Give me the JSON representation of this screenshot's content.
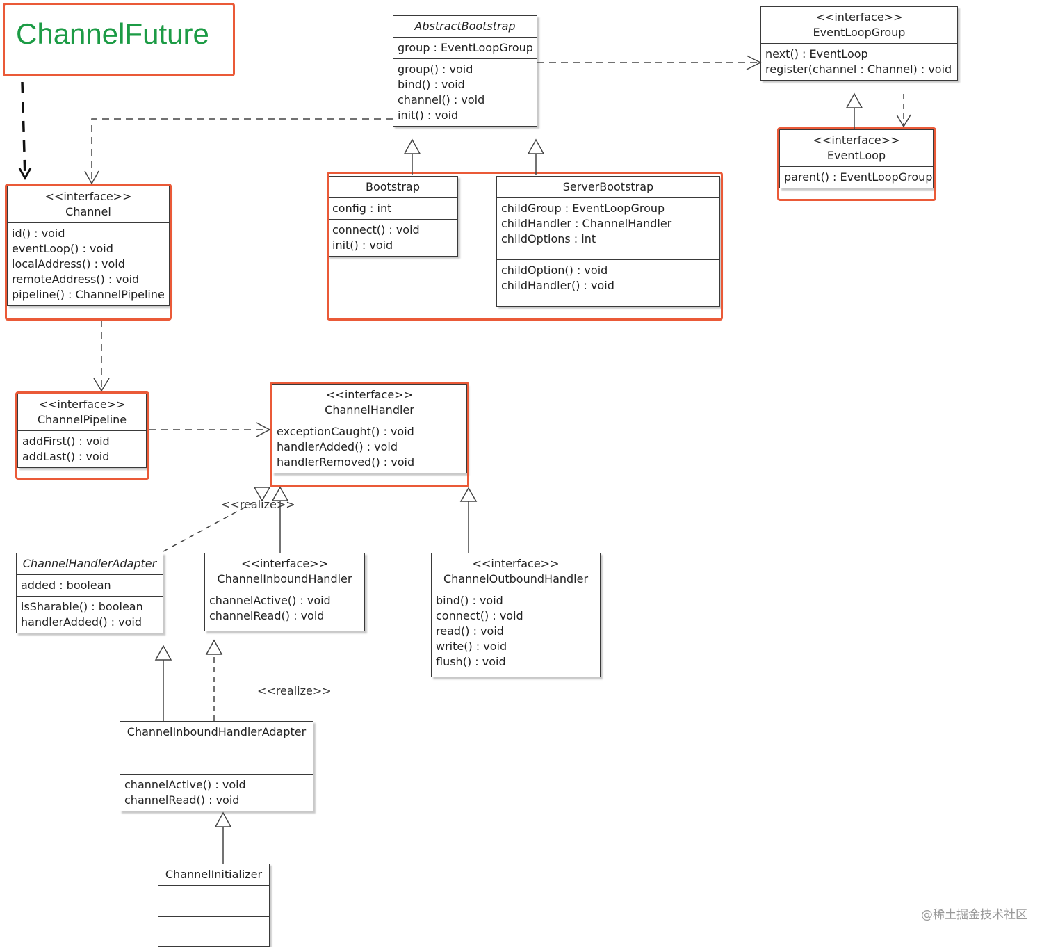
{
  "title": "ChannelFuture",
  "watermark": "@稀土掘金技术社区",
  "realize_label": "<<realize>>",
  "classes": {
    "AbstractBootstrap": {
      "name": "AbstractBootstrap",
      "attributes": [
        "group : EventLoopGroup"
      ],
      "methods": [
        "group() : void",
        "bind() : void",
        "channel() : void",
        "init() : void"
      ]
    },
    "EventLoopGroup": {
      "stereotype": "<<interface>>",
      "name": "EventLoopGroup",
      "methods": [
        "next() : EventLoop",
        "register(channel : Channel) : void"
      ]
    },
    "EventLoop": {
      "stereotype": "<<interface>>",
      "name": "EventLoop",
      "methods": [
        "parent() : EventLoopGroup"
      ]
    },
    "Channel": {
      "stereotype": "<<interface>>",
      "name": "Channel",
      "methods": [
        "id() : void",
        "eventLoop() : void",
        "localAddress() : void",
        "remoteAddress() : void",
        "pipeline() : ChannelPipeline"
      ]
    },
    "Bootstrap": {
      "name": "Bootstrap",
      "attributes": [
        "config : int"
      ],
      "methods": [
        "connect() : void",
        "init() : void"
      ]
    },
    "ServerBootstrap": {
      "name": "ServerBootstrap",
      "attributes": [
        "childGroup : EventLoopGroup",
        "childHandler : ChannelHandler",
        "childOptions : int"
      ],
      "methods": [
        "childOption() : void",
        "childHandler() : void"
      ]
    },
    "ChannelPipeline": {
      "stereotype": "<<interface>>",
      "name": "ChannelPipeline",
      "methods": [
        "addFirst() : void",
        "addLast() : void"
      ]
    },
    "ChannelHandler": {
      "stereotype": "<<interface>>",
      "name": "ChannelHandler",
      "methods": [
        "exceptionCaught() : void",
        "handlerAdded() : void",
        "handlerRemoved() : void"
      ]
    },
    "ChannelHandlerAdapter": {
      "name": "ChannelHandlerAdapter",
      "attributes": [
        "added : boolean"
      ],
      "methods": [
        "isSharable() : boolean",
        "handlerAdded() : void"
      ]
    },
    "ChannelInboundHandler": {
      "stereotype": "<<interface>>",
      "name": "ChannelInboundHandler",
      "methods": [
        "channelActive() : void",
        "channelRead() : void"
      ]
    },
    "ChannelOutboundHandler": {
      "stereotype": "<<interface>>",
      "name": "ChannelOutboundHandler",
      "methods": [
        "bind() : void",
        "connect() : void",
        "read() : void",
        "write() : void",
        "flush() : void"
      ]
    },
    "ChannelInboundHandlerAdapter": {
      "name": "ChannelInboundHandlerAdapter",
      "attributes": [],
      "methods": [
        "channelActive() : void",
        "channelRead() : void"
      ]
    },
    "ChannelInitializer": {
      "name": "ChannelInitializer",
      "attributes": [],
      "methods": []
    }
  },
  "relations": [
    {
      "from": "ChannelFuture",
      "to": "Channel",
      "type": "dependency"
    },
    {
      "from": "AbstractBootstrap",
      "to": "EventLoopGroup",
      "type": "dependency"
    },
    {
      "from": "AbstractBootstrap",
      "to": "Channel",
      "type": "dependency"
    },
    {
      "from": "Bootstrap",
      "to": "AbstractBootstrap",
      "type": "generalization"
    },
    {
      "from": "ServerBootstrap",
      "to": "AbstractBootstrap",
      "type": "generalization"
    },
    {
      "from": "EventLoop",
      "to": "EventLoopGroup",
      "type": "generalization"
    },
    {
      "from": "EventLoopGroup",
      "to": "EventLoop",
      "type": "dependency"
    },
    {
      "from": "Channel",
      "to": "ChannelPipeline",
      "type": "dependency"
    },
    {
      "from": "ChannelPipeline",
      "to": "ChannelHandler",
      "type": "dependency"
    },
    {
      "from": "ChannelHandlerAdapter",
      "to": "ChannelHandler",
      "type": "realization"
    },
    {
      "from": "ChannelInboundHandler",
      "to": "ChannelHandler",
      "type": "generalization"
    },
    {
      "from": "ChannelOutboundHandler",
      "to": "ChannelHandler",
      "type": "generalization"
    },
    {
      "from": "ChannelInboundHandlerAdapter",
      "to": "ChannelHandlerAdapter",
      "type": "generalization"
    },
    {
      "from": "ChannelInboundHandlerAdapter",
      "to": "ChannelInboundHandler",
      "type": "realization"
    },
    {
      "from": "ChannelInitializer",
      "to": "ChannelInboundHandlerAdapter",
      "type": "generalization"
    }
  ]
}
